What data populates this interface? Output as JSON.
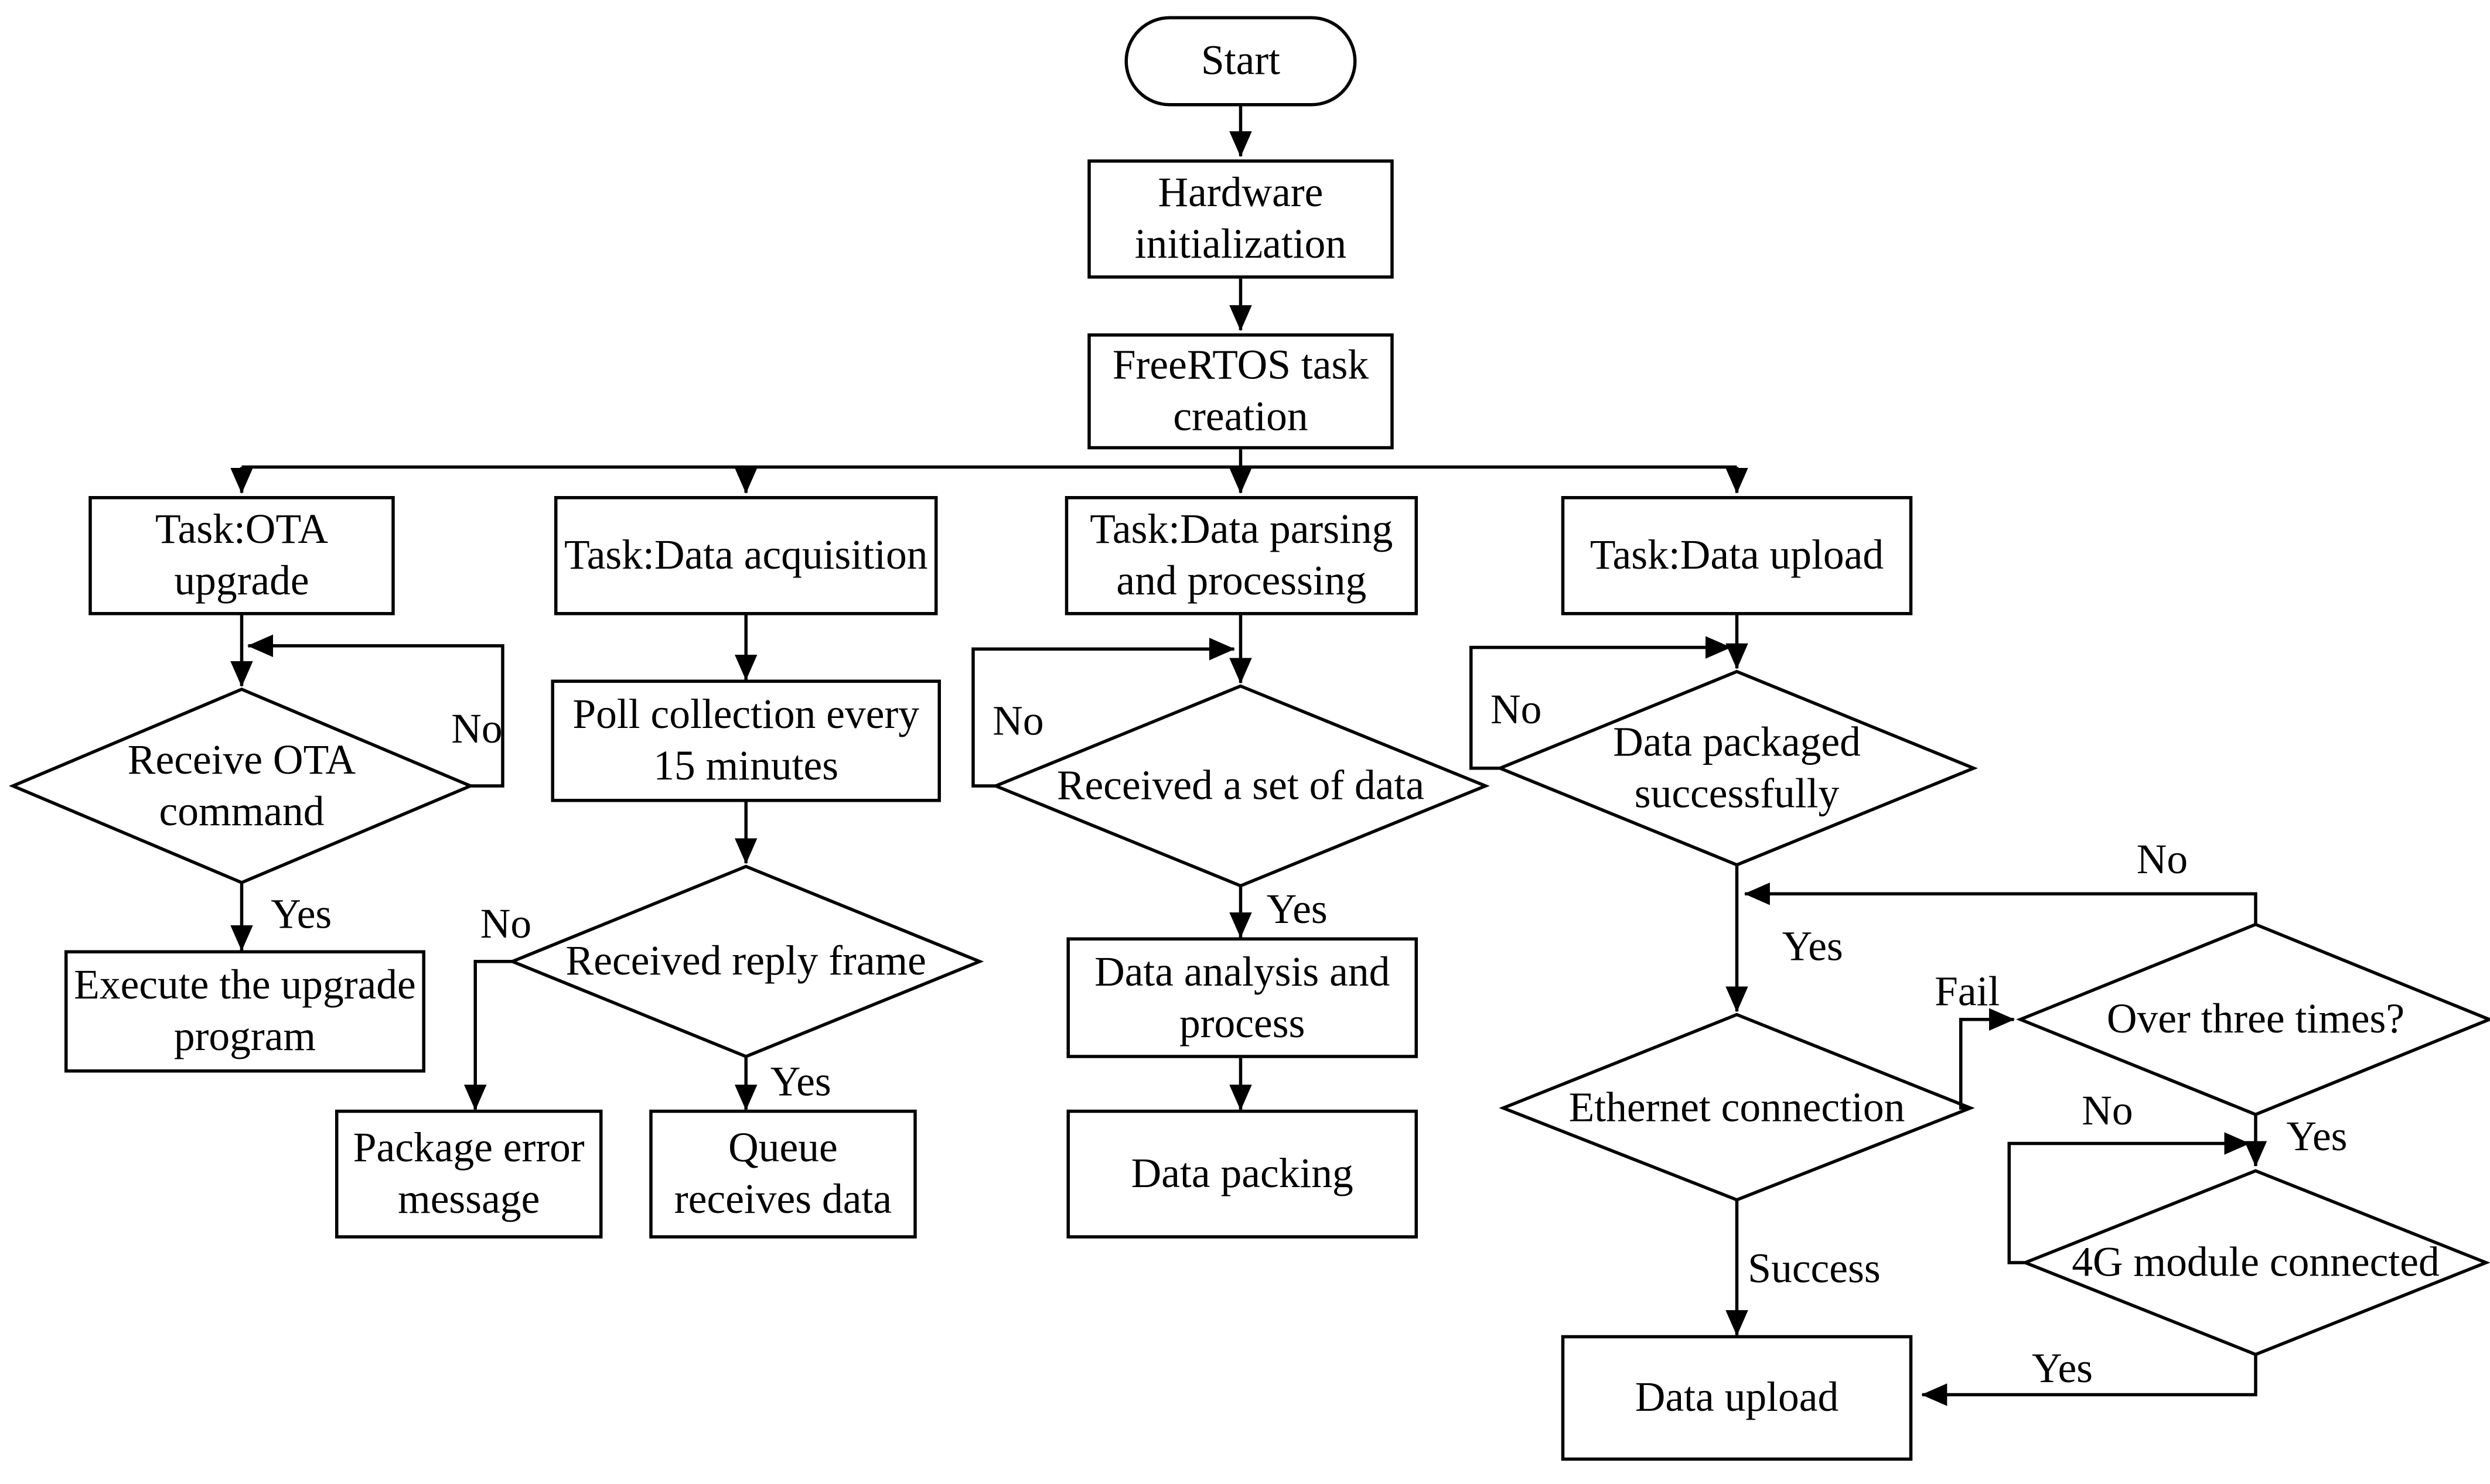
{
  "nodes": {
    "start": "Start",
    "hardware_init": "Hardware\ninitialization",
    "rtos_task_creation": "FreeRTOS task\ncreation",
    "task_ota": "Task:OTA\nupgrade",
    "task_acquisition": "Task:Data acquisition",
    "task_parsing": "Task:Data parsing\nand processing",
    "task_upload": "Task:Data upload",
    "receive_ota_command": "Receive OTA\ncommand",
    "execute_upgrade": "Execute the upgrade\nprogram",
    "poll_collection": "Poll collection every\n15 minutes",
    "received_reply_frame": "Received reply frame",
    "package_error": "Package error\nmessage",
    "queue_receives": "Queue\nreceives data",
    "received_set_of_data": "Received a set of data",
    "data_analysis": "Data analysis and\nprocess",
    "data_packing": "Data packing",
    "data_packaged": "Data packaged\nsuccessfully",
    "ethernet_connection": "Ethernet connection",
    "over_three_times": "Over three times?",
    "module_4g": "4G module connected",
    "data_upload": "Data upload"
  },
  "edge_labels": {
    "ota_no": "No",
    "ota_yes": "Yes",
    "acq_no": "No",
    "acq_yes": "Yes",
    "parse_no": "No",
    "parse_yes": "Yes",
    "upload_no": "No",
    "upload_yes": "Yes",
    "over_no": "No",
    "over_yes": "Yes",
    "fail": "Fail",
    "success": "Success",
    "g4_no": "No",
    "g4_yes": "Yes"
  },
  "colors": {
    "line": "#000000",
    "background": "#ffffff"
  }
}
